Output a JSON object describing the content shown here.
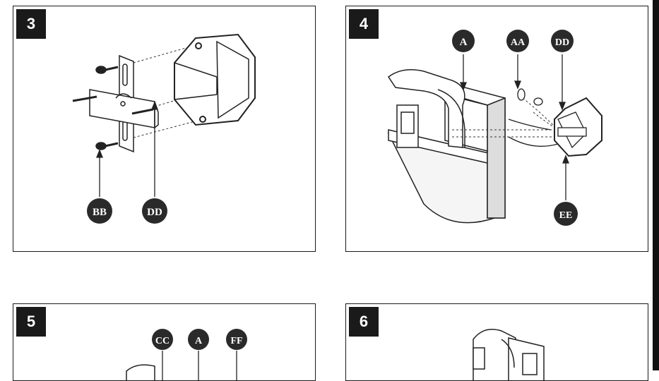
{
  "panels": [
    {
      "step": "3",
      "callouts": [
        "BB",
        "DD"
      ]
    },
    {
      "step": "4",
      "callouts": [
        "A",
        "AA",
        "DD",
        "EE"
      ]
    },
    {
      "step": "5",
      "callouts": [
        "CC",
        "A",
        "FF"
      ]
    },
    {
      "step": "6",
      "callouts": []
    }
  ]
}
